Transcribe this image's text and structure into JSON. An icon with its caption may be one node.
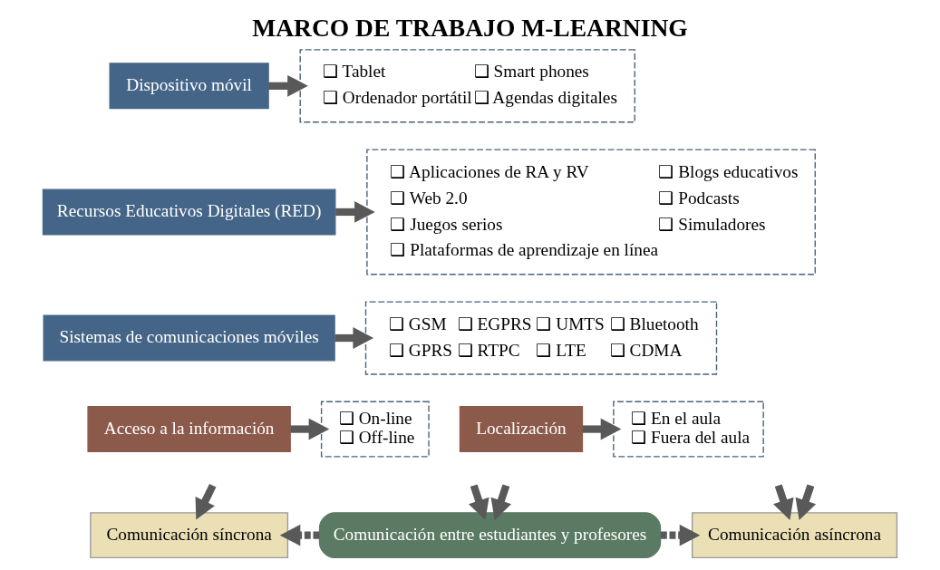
{
  "diagram": {
    "title": "MARCO DE TRABAJO M-LEARNING",
    "nodes": [
      {
        "text": [
          "Dispositivo móvil"
        ]
      },
      {
        "text": [
          "❑ Tablet",
          "❑ Ordenador portátil",
          "❑ Smart phones",
          "❑ Agendas digitales"
        ]
      },
      {
        "text": [
          "Recursos Educativos Digitales (RED)"
        ]
      },
      {
        "text": [
          "❑ Aplicaciones de RA y RV",
          "❑ Web 2.0",
          "❑ Juegos serios",
          "❑ Plataformas de aprendizaje en línea",
          "❑ Blogs educativos",
          "❑ Podcasts",
          "❑ Simuladores"
        ]
      },
      {
        "text": [
          "Sistemas de comunicaciones móviles"
        ]
      },
      {
        "text": [
          "❑ GSM",
          "❑ GPRS",
          "❑ EGPRS",
          "❑ RTPC",
          "❑ UMTS",
          "❑ LTE",
          "❑ Bluetooth",
          "❑ CDMA"
        ]
      },
      {
        "text": [
          "Acceso a la información"
        ]
      },
      {
        "text": [
          "❑ On-line",
          "❑ Off-line"
        ]
      },
      {
        "text": [
          "Localización"
        ]
      },
      {
        "text": [
          "❑ En el aula",
          "❑ Fuera del aula"
        ]
      },
      {
        "text": [
          "Comunicación síncrona"
        ]
      },
      {
        "text": [
          "Comunicación entre estudiantes y profesores"
        ]
      },
      {
        "text": [
          "Comunicación asíncrona"
        ]
      }
    ],
    "edges": [
      {
        "from": 0,
        "to": 1,
        "arrow": "to"
      },
      {
        "from": 2,
        "to": 3,
        "arrow": "to"
      },
      {
        "from": 4,
        "to": 5,
        "arrow": "to"
      },
      {
        "from": 6,
        "to": 7,
        "arrow": "to"
      },
      {
        "from": 8,
        "to": 9,
        "arrow": "to"
      },
      {
        "from": null,
        "to": 10,
        "arrow": "to"
      },
      {
        "from": null,
        "to": 11,
        "arrow": "to"
      },
      {
        "from": null,
        "to": 11,
        "arrow": "to"
      },
      {
        "from": null,
        "to": 12,
        "arrow": "to"
      },
      {
        "from": null,
        "to": 12,
        "arrow": "to"
      },
      {
        "from": 11,
        "to": 10,
        "arrow": "to",
        "style": "dashed"
      },
      {
        "from": 11,
        "to": 12,
        "arrow": "to",
        "style": "dashed"
      }
    ]
  }
}
